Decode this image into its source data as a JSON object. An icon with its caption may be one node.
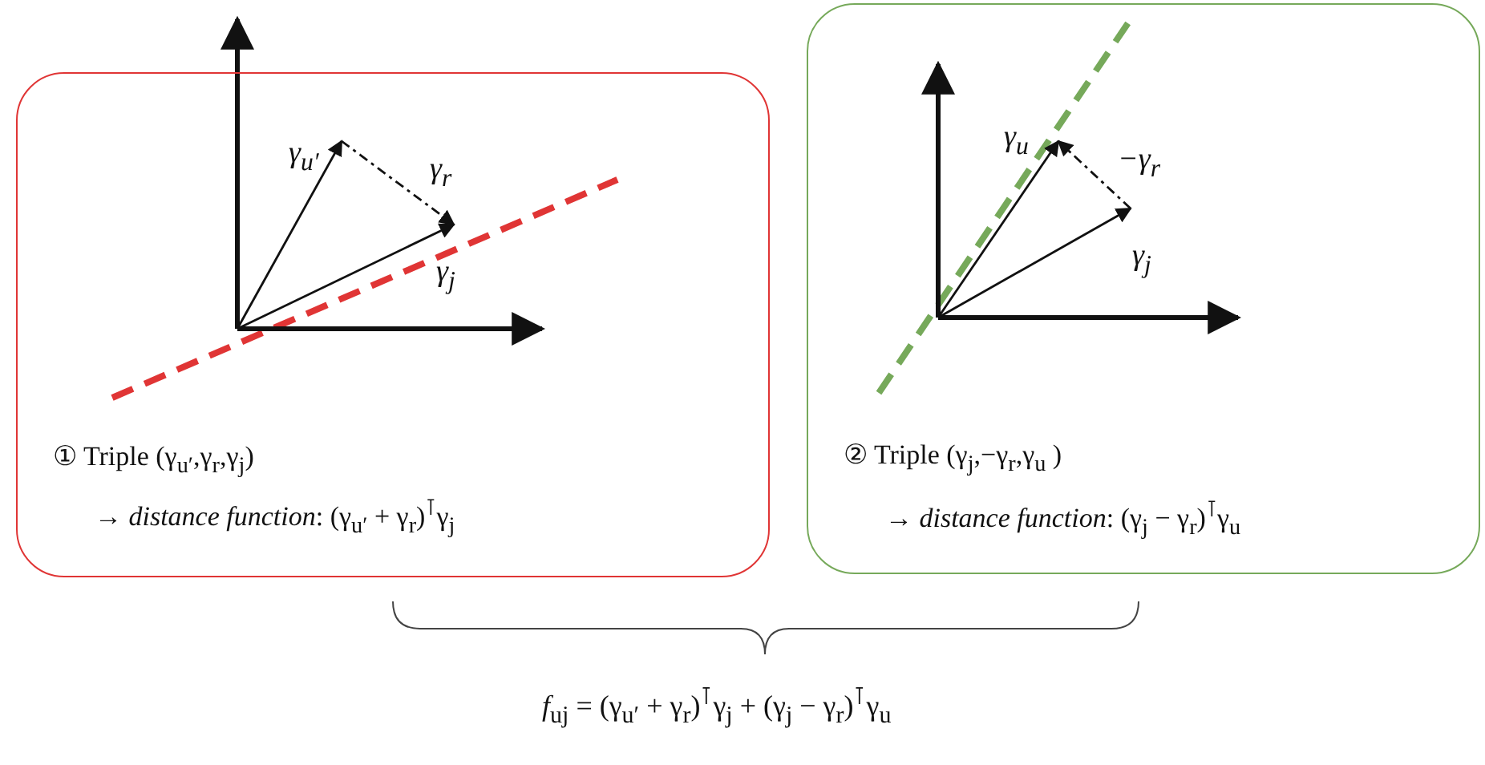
{
  "diagram": {
    "nodes": [
      {
        "text": [
          "① Triple (γ$_{u′}$,γ$_{r}$,γ$_{j}$)",
          "→ *distance function*: (γ$_{u′}$ + γ$_{r}$)$^{⊺}$γ$_{j}$"
        ]
      },
      {
        "text": [
          "② Triple (γ$_{j}$,−γ$_{r}$,γ$_{u}$ )",
          "→ *distance function*: (γ$_{j}$ − γ$_{r}$)$^{⊺}$γ$_{u}$"
        ]
      }
    ],
    "labels": [
      "γ$_{u′}$",
      "γ$_{r}$",
      "γ$_{j}$",
      "γ$_{u}$",
      "−γ$_{r}$",
      "γ$_{j}$",
      "*f*$_{uj}$ = (γ$_{u′}$ + γ$_{r}$)$^{⊺}$γ$_{j}$ + (γ$_{j}$ − γ$_{r}$)$^{⊺}$γ$_{u}$"
    ]
  }
}
